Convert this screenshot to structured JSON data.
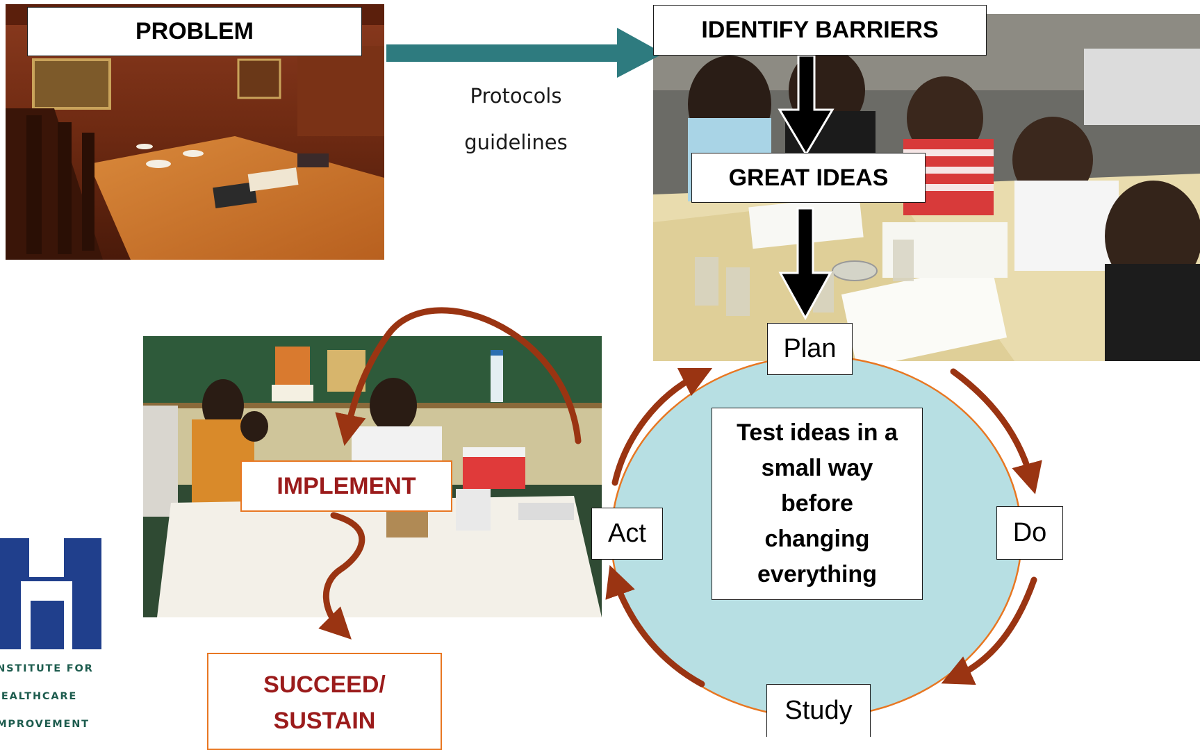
{
  "boxes": {
    "problem": "PROBLEM",
    "identify_barriers": "IDENTIFY BARRIERS",
    "great_ideas": "GREAT IDEAS",
    "implement": "IMPLEMENT",
    "succeed_line1": "SUCCEED/",
    "succeed_line2": "SUSTAIN"
  },
  "arrow_labels": {
    "protocols": "Protocols",
    "guidelines": "guidelines"
  },
  "pdsa": {
    "plan": "Plan",
    "do": "Do",
    "study": "Study",
    "act": "Act",
    "center_lines": [
      "Test ideas in a",
      "small way",
      "before",
      "changing",
      "everything"
    ]
  },
  "logo": {
    "line1": "INSTITUTE FOR",
    "line2": "HEALTHCARE",
    "line3": "IMPROVEMENT"
  },
  "colors": {
    "teal_arrow": "#2e7b7f",
    "cycle_fill": "#b7dfe3",
    "cycle_stroke": "#e87722",
    "brown_arrow": "#9a3412",
    "implement_text": "#9b1b1b",
    "logo_blue": "#203f8c",
    "logo_green": "#1d5c4e"
  }
}
